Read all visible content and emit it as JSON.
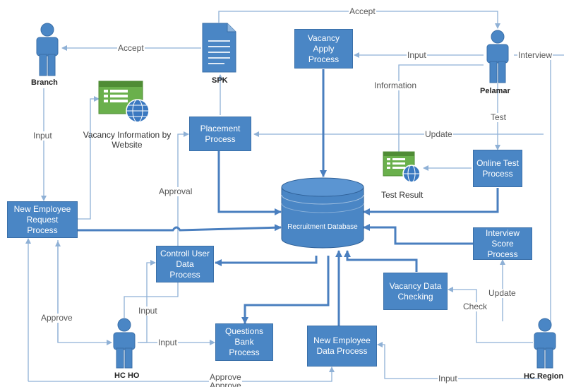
{
  "actors": {
    "branch": "Branch",
    "pelamar": "Pelamar",
    "hc_ho": "HC HO",
    "hc_region": "HC Region"
  },
  "documents": {
    "spk": "SPK"
  },
  "websites": {
    "vacancy_info": "Vacancy Information by Website",
    "test_result": "Test Result"
  },
  "processes": {
    "vacancy_apply": "Vacancy Apply Process",
    "placement": "Placement Process",
    "online_test": "Online Test Process",
    "new_employee_request": "New Employee Request Process",
    "controll_user": "Controll User Data Process",
    "interview_score": "Interview Score Process",
    "vacancy_check": "Vacancy Data Checking",
    "questions_bank": "Questions Bank Process",
    "new_employee_data": "New Employee Data Process"
  },
  "database": {
    "label": "Recruitment Database"
  },
  "edge_labels": {
    "accept_top": "Accept",
    "accept_branch": "Accept",
    "input_vacancy": "Input",
    "interview": "Interview",
    "information": "Information",
    "test": "Test",
    "update_top": "Update",
    "input_branch": "Input",
    "approval": "Approval",
    "approve_left": "Approve",
    "input_hc_up": "Input",
    "input_hc_right": "Input",
    "update_region": "Update",
    "check": "Check",
    "approve_bottom": "Approve",
    "approve_bottom_2": "Approve",
    "input_bottom": "Input"
  },
  "colors": {
    "process_fill": "#4a86c5",
    "process_border": "#3a6fa8",
    "line": "#8fb1d6",
    "thick_line": "#4a7fbf",
    "website_green": "#6ab04c"
  }
}
